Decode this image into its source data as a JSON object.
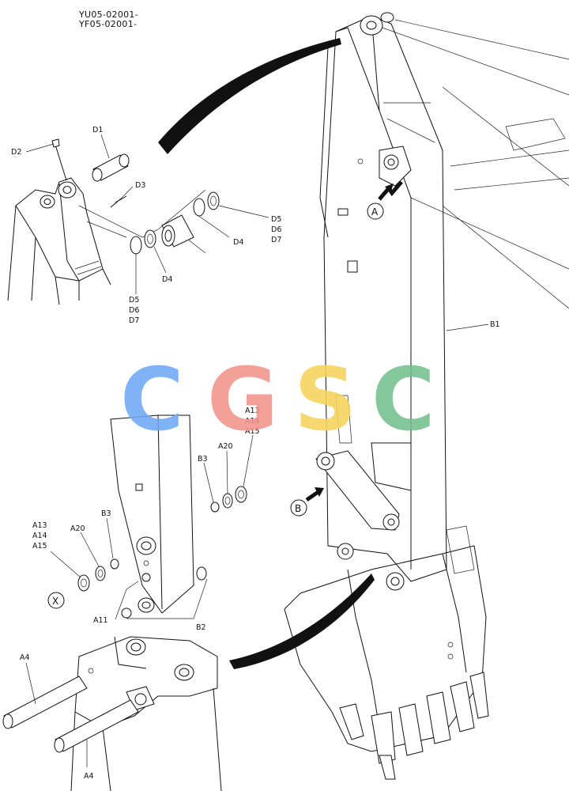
{
  "serials": [
    "YU05-02001-",
    "YF05-02001-"
  ],
  "watermark": {
    "letters": [
      "C",
      "G",
      "S",
      "C"
    ],
    "colors": [
      "#6fa8f5",
      "#f2938a",
      "#f7d35c",
      "#72c08e"
    ]
  },
  "callouts": {
    "A": "A",
    "B": "B",
    "X": "X"
  },
  "labels": {
    "D1": "D1",
    "D2": "D2",
    "D3": "D3",
    "D4_upper": "D4",
    "D4_lower": "D4",
    "D5_right": "D5",
    "D6_right": "D6",
    "D7_right": "D7",
    "D5_left": "D5",
    "D6_left": "D6",
    "D7_left": "D7",
    "B1": "B1",
    "B2": "B2",
    "B3_right": "B3",
    "B3_left": "B3",
    "A20_right": "A20",
    "A20_left": "A20",
    "A13_right": "A13",
    "A14_right": "A14",
    "A15_right": "A15",
    "A13_left": "A13",
    "A14_left": "A14",
    "A15_left": "A15",
    "A11": "A11",
    "A4_top": "A4",
    "A4_bottom": "A4"
  }
}
